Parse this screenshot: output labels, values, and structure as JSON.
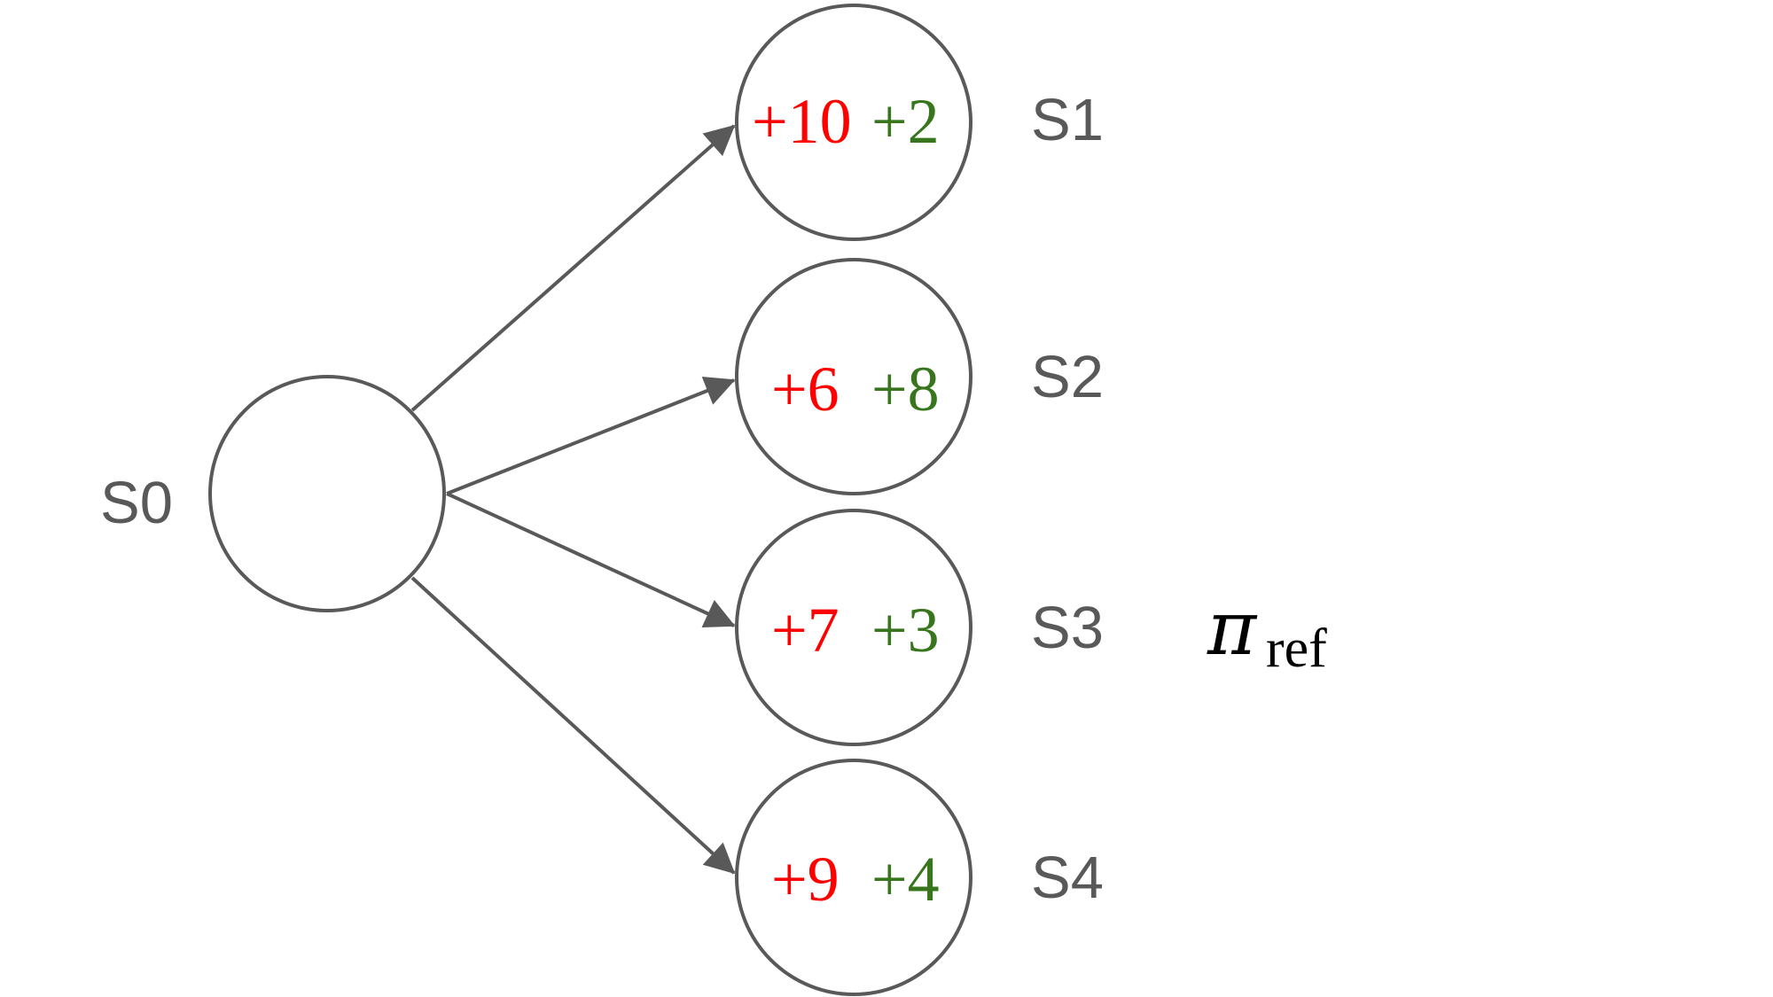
{
  "colors": {
    "stroke": "#595959",
    "label": "#595959",
    "reward_a": "#ff0000",
    "reward_b": "#38761d",
    "policy": "#000000"
  },
  "root": {
    "label": "S0"
  },
  "children": [
    {
      "label": "S1",
      "reward_a": "+10",
      "reward_b": "+2"
    },
    {
      "label": "S2",
      "reward_a": "+6",
      "reward_b": "+8"
    },
    {
      "label": "S3",
      "reward_a": "+7",
      "reward_b": "+3"
    },
    {
      "label": "S4",
      "reward_a": "+9",
      "reward_b": "+4"
    }
  ],
  "policy": {
    "symbol": "π",
    "subscript": "ref"
  }
}
